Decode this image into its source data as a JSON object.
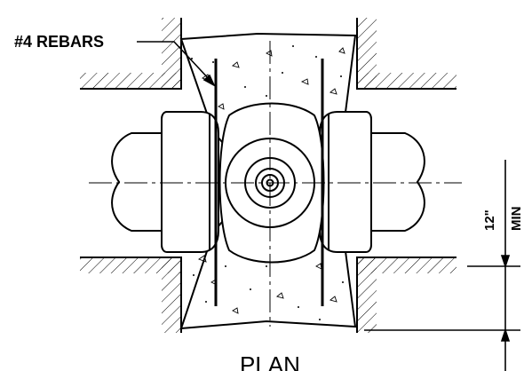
{
  "annotations": {
    "rebar_label": "#4 REBARS",
    "view_title": "PLAN"
  },
  "dimension": {
    "value": "12\"",
    "qualifier": "MIN"
  },
  "colors": {
    "line": "#000000",
    "background": "#ffffff"
  }
}
